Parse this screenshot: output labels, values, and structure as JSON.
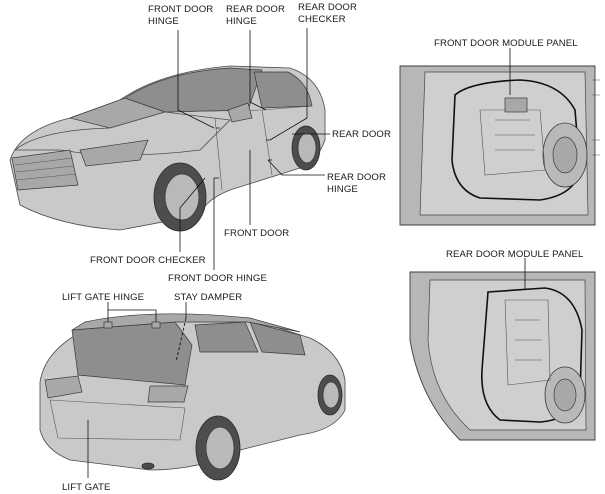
{
  "labels": {
    "front_door_hinge_top": "FRONT DOOR\nHINGE",
    "rear_door_hinge_top": "REAR DOOR\nHINGE",
    "rear_door_checker": "REAR DOOR\nCHECKER",
    "front_door_module_panel": "FRONT DOOR MODULE PANEL",
    "rear_door": "REAR DOOR",
    "rear_door_hinge_side": "REAR DOOR\nHINGE",
    "front_door": "FRONT DOOR",
    "front_door_checker": "FRONT DOOR CHECKER",
    "front_door_hinge_bottom": "FRONT DOOR HINGE",
    "lift_gate_hinge": "LIFT GATE HINGE",
    "stay_damper": "STAY DAMPER",
    "rear_door_module_panel": "REAR DOOR MODULE PANEL",
    "lift_gate": "LIFT GATE"
  }
}
